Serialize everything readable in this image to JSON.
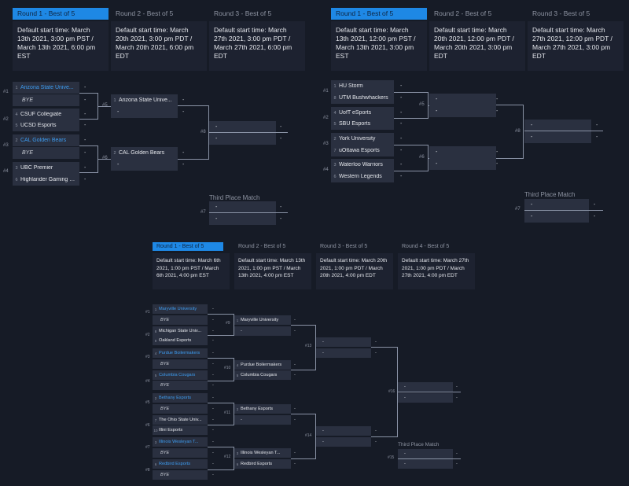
{
  "brackets": {
    "a": {
      "tabs": [
        "Round 1 - Best of 5",
        "Round 2 - Best of 5",
        "Round 3 - Best of 5"
      ],
      "infos": [
        "Default start time: March 13th 2021, 3:00 pm PST / March 13th 2021, 6:00 pm EST",
        "Default start time: March 20th 2021, 3:00 pm PDT / March 20th 2021, 6:00 pm EDT",
        "Default start time: March 27th 2021, 3:00 pm PDT / March 27th 2021, 6:00 pm EDT"
      ],
      "r1": [
        {
          "n": "1",
          "name": "Arizona State Unive...",
          "blue": true
        },
        {
          "n": "",
          "name": "BYE",
          "bye": true
        },
        {
          "n": "4",
          "name": "CSUF Collegiate"
        },
        {
          "n": "5",
          "name": "UCSD Esports"
        },
        {
          "n": "2",
          "name": "CAL Golden Bears",
          "blue": true
        },
        {
          "n": "",
          "name": "BYE",
          "bye": true
        },
        {
          "n": "3",
          "name": "UBC Premier"
        },
        {
          "n": "6",
          "name": "Highlander Gaming E..."
        }
      ],
      "r2": [
        {
          "n": "1",
          "name": "Arizona State Unive..."
        },
        {
          "n": "",
          "name": "-"
        },
        {
          "n": "2",
          "name": "CAL Golden Bears"
        },
        {
          "n": "",
          "name": "-"
        }
      ],
      "match_ids": [
        "#1",
        "#2",
        "#3",
        "#4",
        "#5",
        "#6",
        "#8",
        "#7"
      ],
      "third_place": "Third Place Match",
      "dash": "-"
    },
    "b": {
      "tabs": [
        "Round 1 - Best of 5",
        "Round 2 - Best of 5",
        "Round 3 - Best of 5"
      ],
      "infos": [
        "Default start time: March 13th 2021, 12:00 pm PST / March 13th 2021, 3:00 pm EST",
        "Default start time: March 20th 2021, 12:00 pm PDT / March 20th 2021, 3:00 pm EDT",
        "Default start time: March 27th 2021, 12:00 pm PDT / March 27th 2021, 3:00 pm EDT"
      ],
      "r1": [
        {
          "n": "1",
          "name": "HU Storm"
        },
        {
          "n": "8",
          "name": "UTM Bushwhackers"
        },
        {
          "n": "4",
          "name": "UofT eSports"
        },
        {
          "n": "5",
          "name": "SBU Esports"
        },
        {
          "n": "2",
          "name": "York University"
        },
        {
          "n": "7",
          "name": "uOttawa Esports"
        },
        {
          "n": "3",
          "name": "Waterloo Warriors"
        },
        {
          "n": "6",
          "name": "Western Legends"
        }
      ],
      "match_ids": [
        "#1",
        "#2",
        "#3",
        "#4",
        "#5",
        "#6",
        "#8",
        "#7"
      ],
      "third_place": "Third Place Match",
      "dash": "-"
    },
    "c": {
      "tabs": [
        "Round 1 - Best of 5",
        "Round 2 - Best of 5",
        "Round 3 - Best of 5",
        "Round 4 - Best of 5"
      ],
      "infos": [
        "Default start time: March 6th 2021, 1:00 pm PST / March 6th 2021, 4:00 pm EST",
        "Default start time: March 13th 2021, 1:00 pm PST / March 13th 2021, 4:00 pm EST",
        "Default start time: March 20th 2021, 1:00 pm PDT / March 20th 2021, 4:00 pm EDT",
        "Default start time: March 27th 2021, 1:00 pm PDT / March 27th 2021, 4:00 pm EDT"
      ],
      "r1": [
        {
          "n": "1",
          "name": "Maryville University",
          "blue": true
        },
        {
          "n": "",
          "name": "BYE",
          "bye": true
        },
        {
          "n": "8",
          "name": "Michigan State Univ..."
        },
        {
          "n": "9",
          "name": "Oakland Esports"
        },
        {
          "n": "4",
          "name": "Purdue Boilermakers",
          "blue": true
        },
        {
          "n": "",
          "name": "BYE",
          "bye": true
        },
        {
          "n": "5",
          "name": "Columbia Cougars",
          "blue": true
        },
        {
          "n": "",
          "name": "BYE",
          "bye": true
        },
        {
          "n": "2",
          "name": "Bethany Esports",
          "blue": true
        },
        {
          "n": "",
          "name": "BYE",
          "bye": true
        },
        {
          "n": "7",
          "name": "The Ohio State Univ..."
        },
        {
          "n": "10",
          "name": "Illini Esports"
        },
        {
          "n": "3",
          "name": "Illinois Wesleyan T...",
          "blue": true
        },
        {
          "n": "",
          "name": "BYE",
          "bye": true
        },
        {
          "n": "6",
          "name": "Redbird Esports",
          "blue": true
        },
        {
          "n": "",
          "name": "BYE",
          "bye": true
        }
      ],
      "r2": [
        {
          "n": "1",
          "name": "Maryville University"
        },
        {
          "n": "",
          "name": "-"
        },
        {
          "n": "4",
          "name": "Purdue Boilermakers"
        },
        {
          "n": "5",
          "name": "Columbia Cougars"
        },
        {
          "n": "2",
          "name": "Bethany Esports"
        },
        {
          "n": "",
          "name": "-"
        },
        {
          "n": "3",
          "name": "Illinois Wesleyan T..."
        },
        {
          "n": "6",
          "name": "Redbird Esports"
        }
      ],
      "match_ids": [
        "#1",
        "#2",
        "#3",
        "#4",
        "#5",
        "#6",
        "#7",
        "#8",
        "#9",
        "#10",
        "#11",
        "#12",
        "#13",
        "#14",
        "#16",
        "#15"
      ],
      "third_place": "Third Place Match",
      "dash": "-"
    }
  }
}
